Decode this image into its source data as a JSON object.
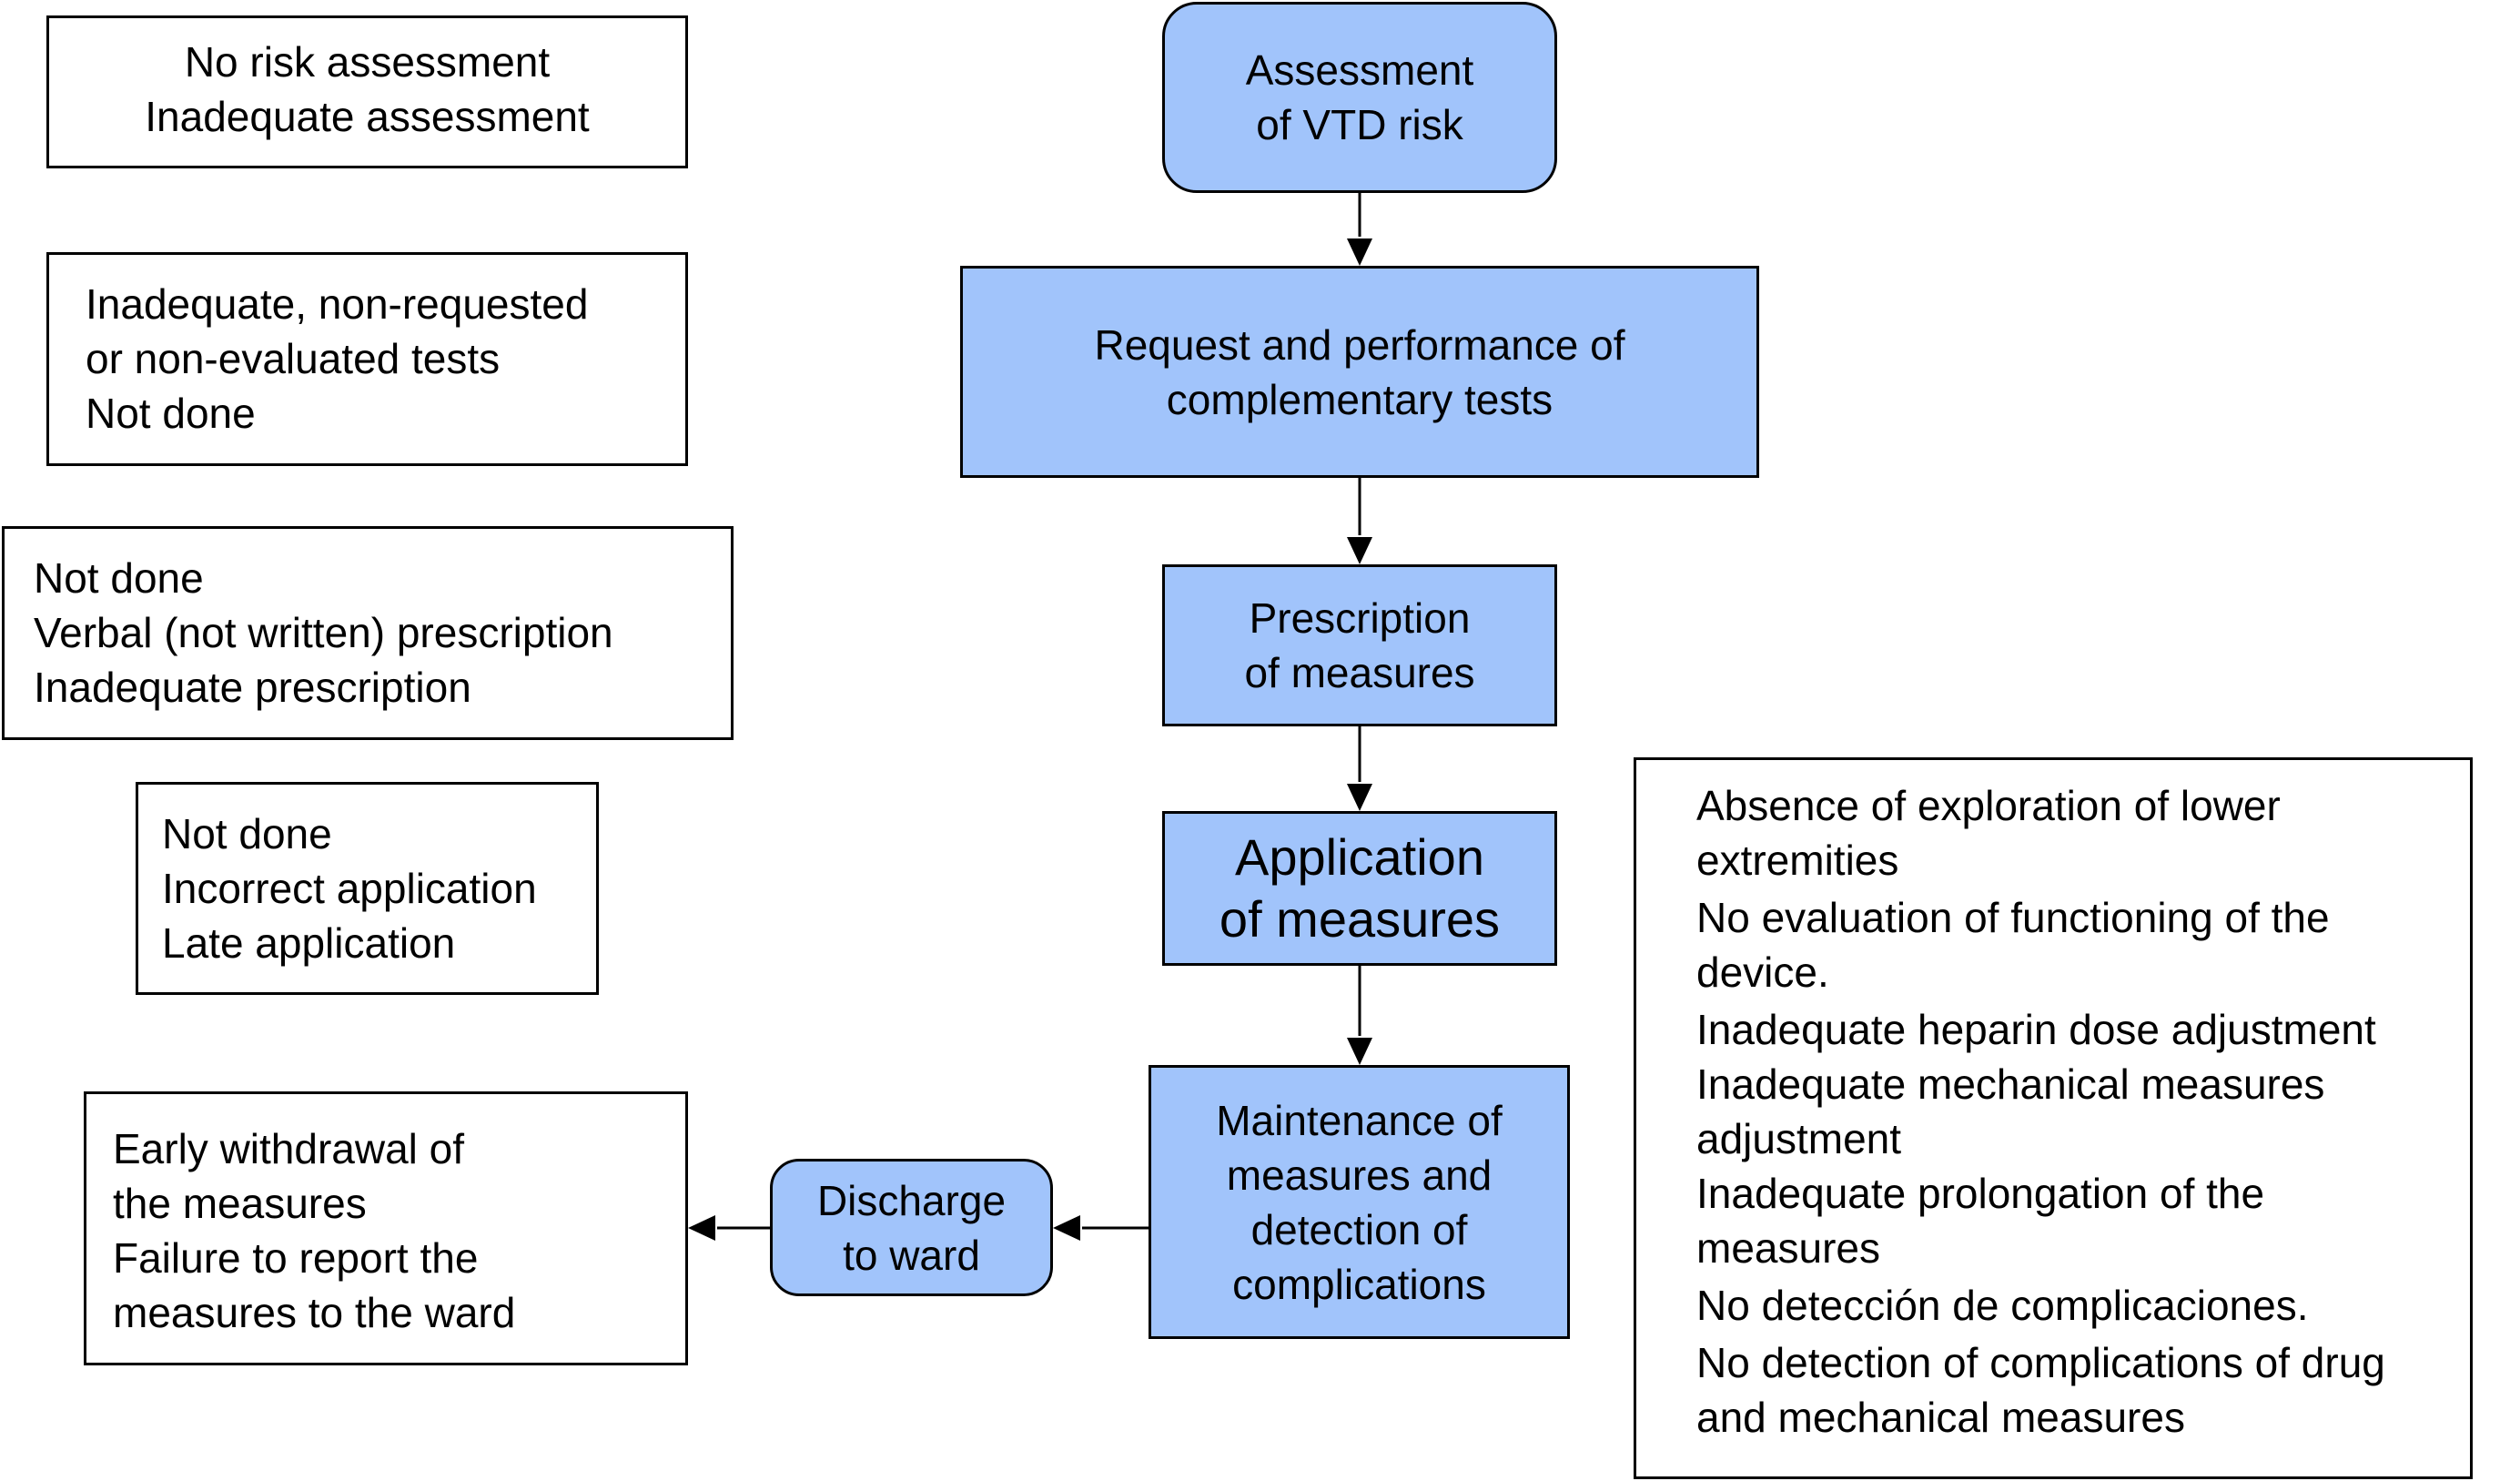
{
  "flow": {
    "assessment": {
      "lines": [
        "Assessment",
        "of VTD risk"
      ]
    },
    "tests": {
      "lines": [
        "Request and performance of",
        "complementary tests"
      ]
    },
    "prescription": {
      "lines": [
        "Prescription",
        "of measures"
      ]
    },
    "application": {
      "lines": [
        "Application",
        "of measures"
      ]
    },
    "maintenance": {
      "lines": [
        "Maintenance of",
        "measures and",
        "detection of",
        "complications"
      ]
    },
    "discharge": {
      "lines": [
        "Discharge",
        "to ward"
      ]
    }
  },
  "errors": {
    "assessment": [
      "No risk assessment",
      "Inadequate assessment"
    ],
    "tests": [
      "Inadequate, non-requested",
      "or non-evaluated tests",
      "Not done"
    ],
    "prescription": [
      "Not done",
      "Verbal (not written) prescription",
      "Inadequate prescription"
    ],
    "application": [
      "Not done",
      "Incorrect application",
      "Late application"
    ],
    "discharge": [
      "Early withdrawal of",
      "the measures",
      "Failure to report the",
      "measures to the ward"
    ],
    "maintenance": [
      "Absence of exploration of lower extremities",
      "No evaluation of functioning of the device.",
      "Inadequate heparin dose adjustment",
      "Inadequate mechanical measures adjustment",
      "Inadequate prolongation of the measures",
      "No detección de complicaciones.",
      "No detection of complications of drug and mechanical measures"
    ]
  },
  "colors": {
    "step_fill": "#a1c4fb",
    "border": "#000000",
    "background": "#ffffff"
  }
}
